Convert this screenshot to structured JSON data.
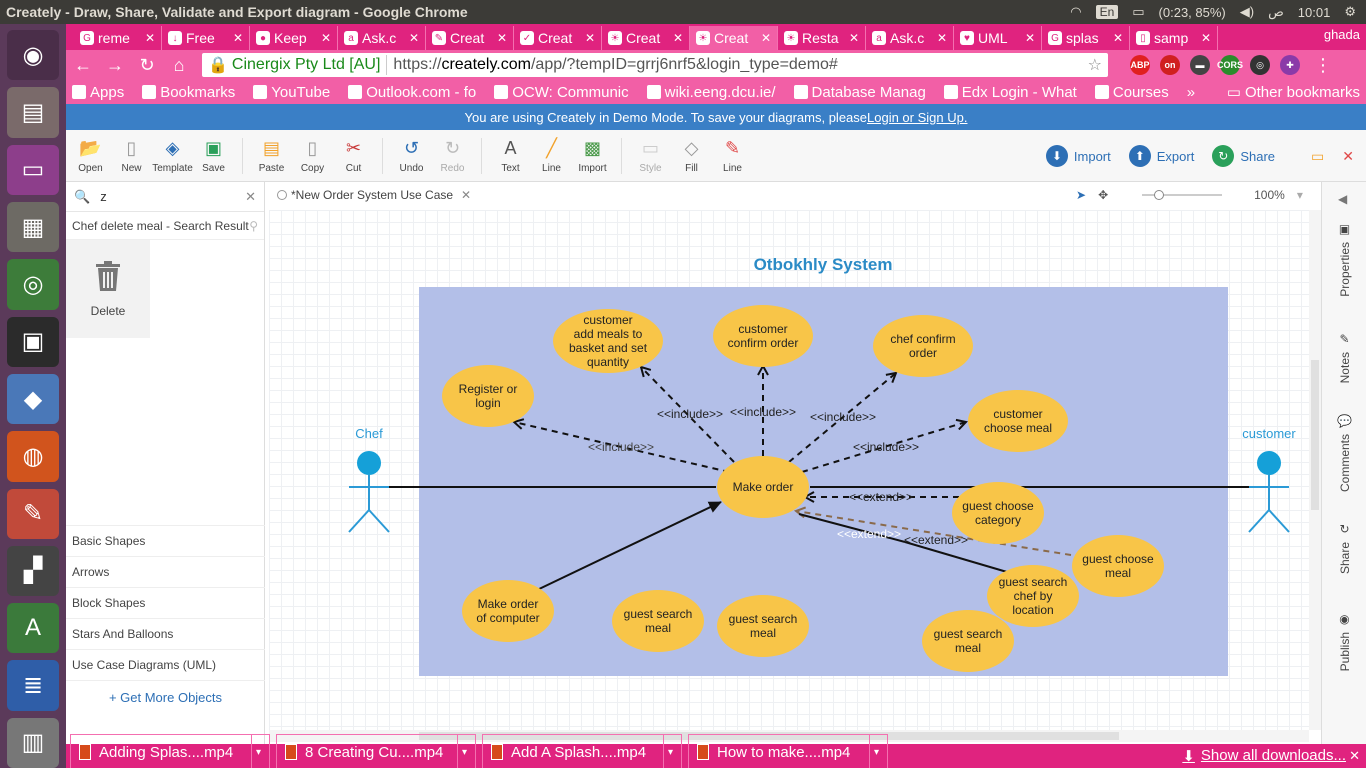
{
  "os": {
    "window_title": "Creately - Draw, Share, Validate and Export diagram - Google Chrome",
    "lang": "En",
    "battery": "(0:23, 85%)",
    "kbd": "ص",
    "time": "10:01",
    "user": "ghada"
  },
  "launcher": [
    {
      "name": "ubuntu-dash-icon",
      "color": "#4a2e49",
      "glyph": "◉"
    },
    {
      "name": "printer-app-icon",
      "color": "#7a6a6a",
      "glyph": "▤"
    },
    {
      "name": "purple-app-icon",
      "color": "#8d3e8b",
      "glyph": "▭"
    },
    {
      "name": "file-cabinet-icon",
      "color": "#6d6a64",
      "glyph": "▦"
    },
    {
      "name": "chrome-icon",
      "color": "#3d7c3a",
      "glyph": "◎"
    },
    {
      "name": "terminal-icon",
      "color": "#2b2b2b",
      "glyph": "▣"
    },
    {
      "name": "cube-app-icon",
      "color": "#4a78b8",
      "glyph": "◆"
    },
    {
      "name": "firefox-icon",
      "color": "#d1541d",
      "glyph": "◍"
    },
    {
      "name": "inkscape-icon",
      "color": "#c14a3a",
      "glyph": "✎"
    },
    {
      "name": "video-editor-icon",
      "color": "#444444",
      "glyph": "▞"
    },
    {
      "name": "software-update-icon",
      "color": "#3b7a3b",
      "glyph": "A"
    },
    {
      "name": "writer-icon",
      "color": "#2f5ea8",
      "glyph": "≣"
    },
    {
      "name": "disk-icon",
      "color": "#777777",
      "glyph": "▥"
    }
  ],
  "tabs": [
    {
      "label": "reme",
      "fav": "G"
    },
    {
      "label": "Free",
      "fav": "↓"
    },
    {
      "label": "Keep",
      "fav": "●"
    },
    {
      "label": "Ask.c",
      "fav": "a"
    },
    {
      "label": "Creat",
      "fav": "✎"
    },
    {
      "label": "Creat",
      "fav": "✓"
    },
    {
      "label": "Creat",
      "fav": "☀"
    },
    {
      "label": "Creat",
      "fav": "☀"
    },
    {
      "label": "Resta",
      "fav": "☀"
    },
    {
      "label": "Ask.c",
      "fav": "a"
    },
    {
      "label": "UML",
      "fav": "♥"
    },
    {
      "label": "splas",
      "fav": "G"
    },
    {
      "label": "samp",
      "fav": "▯"
    }
  ],
  "active_tab_index": 7,
  "address": {
    "ssl_label": "Cinergix Pty Ltd [AU]",
    "scheme": "https://",
    "host": "creately.com",
    "path": "/app/?tempID=grrj6nrf5&login_type=demo#"
  },
  "extensions": [
    {
      "name": "adblock-extension-icon",
      "label": "ABP",
      "color": "#e02020"
    },
    {
      "name": "on-extension-icon",
      "label": "on",
      "color": "#d02020"
    },
    {
      "name": "bus-extension-icon",
      "label": "▬",
      "color": "#444444"
    },
    {
      "name": "cors-extension-icon",
      "label": "CORS",
      "color": "#2c8c2c"
    },
    {
      "name": "circle-extension-icon",
      "label": "◎",
      "color": "#333333"
    },
    {
      "name": "color-extension-icon",
      "label": "✚",
      "color": "#8b3aa8"
    }
  ],
  "bookmarks": [
    "Apps",
    "Bookmarks",
    "YouTube",
    "Outlook.com - fo",
    "OCW: Communic",
    "wiki.eeng.dcu.ie/",
    "Database Manag",
    "Edx Login - What",
    "Courses"
  ],
  "bookmarks_overflow": "»",
  "other_bookmarks": "Other bookmarks",
  "banner": {
    "text": "You are using Creately in Demo Mode. To save your diagrams, please ",
    "link": "Login or Sign Up."
  },
  "toolbar": {
    "file": [
      {
        "name": "open-button",
        "label": "Open",
        "glyph": "📂",
        "color": "#f2a22b"
      },
      {
        "name": "new-button",
        "label": "New",
        "glyph": "▯",
        "color": "#999"
      },
      {
        "name": "template-button",
        "label": "Template",
        "glyph": "◈",
        "color": "#2d6fb5"
      },
      {
        "name": "save-button",
        "label": "Save",
        "glyph": "▣",
        "color": "#2aa05a"
      }
    ],
    "edit": [
      {
        "name": "paste-button",
        "label": "Paste",
        "glyph": "▤",
        "color": "#f2a22b"
      },
      {
        "name": "copy-button",
        "label": "Copy",
        "glyph": "▯",
        "color": "#999"
      },
      {
        "name": "cut-button",
        "label": "Cut",
        "glyph": "✂",
        "color": "#c83a3a"
      }
    ],
    "history": [
      {
        "name": "undo-button",
        "label": "Undo",
        "glyph": "↺",
        "color": "#2d6fb5"
      },
      {
        "name": "redo-button",
        "label": "Redo",
        "glyph": "↻",
        "color": "#bbb"
      }
    ],
    "insert": [
      {
        "name": "text-button",
        "label": "Text",
        "glyph": "A",
        "color": "#555"
      },
      {
        "name": "line-tool-button",
        "label": "Line",
        "glyph": "╱",
        "color": "#f2a22b"
      },
      {
        "name": "import-image-button",
        "label": "Import",
        "glyph": "▩",
        "color": "#4a9a4a"
      }
    ],
    "format": [
      {
        "name": "style-button",
        "label": "Style",
        "glyph": "▭",
        "color": "#ccc"
      },
      {
        "name": "fill-button",
        "label": "Fill",
        "glyph": "◇",
        "color": "#999"
      },
      {
        "name": "line-style-button",
        "label": "Line",
        "glyph": "✎",
        "color": "#e04848"
      }
    ],
    "actions": {
      "import": "Import",
      "export": "Export",
      "share": "Share"
    }
  },
  "left_panel": {
    "search_value": "z",
    "result_title": "Chef delete meal - Search Result",
    "result_item": "Delete",
    "categories": [
      "Basic Shapes",
      "Arrows",
      "Block Shapes",
      "Stars And Balloons",
      "Use Case Diagrams (UML)"
    ],
    "more": "+ Get More Objects"
  },
  "doc_tab": "*New Order System Use Case",
  "zoom": "100%",
  "right_rail": [
    "Properties",
    "Notes",
    "Comments",
    "Share",
    "Publish"
  ],
  "diagram": {
    "title": "Otbokhly System",
    "system_fill": "#b3bfe8",
    "usecase_fill": "#f8c548",
    "actors": {
      "left": "Chef",
      "right": "customer"
    },
    "usecases": {
      "add_meals": [
        "customer",
        "add meals to",
        "basket and set",
        "quantity"
      ],
      "confirm_order": [
        "customer",
        "confirm order"
      ],
      "chef_confirm": [
        "chef confirm",
        "order"
      ],
      "register": [
        "Register or",
        "login"
      ],
      "choose_meal": [
        "customer",
        "choose meal"
      ],
      "make_order": [
        "Make order"
      ],
      "choose_category": [
        "guest choose",
        "category"
      ],
      "guest_choose_meal": [
        "guest choose",
        "meal"
      ],
      "search_chef": [
        "guest search",
        "chef by",
        "location"
      ],
      "make_order_computer": [
        "Make order",
        "of computer"
      ],
      "search_meal_1": [
        "guest search",
        "meal"
      ],
      "search_meal_2": [
        "guest search",
        "meal"
      ],
      "search_meal_3": [
        "guest search",
        "meal"
      ]
    },
    "labels": {
      "include": "<<include>>",
      "extend": "<<extend>>"
    }
  },
  "downloads": [
    "Adding Splas....mp4",
    "8 Creating Cu....mp4",
    "Add A Splash....mp4",
    "How to make....mp4"
  ],
  "show_all_downloads": "Show all downloads..."
}
